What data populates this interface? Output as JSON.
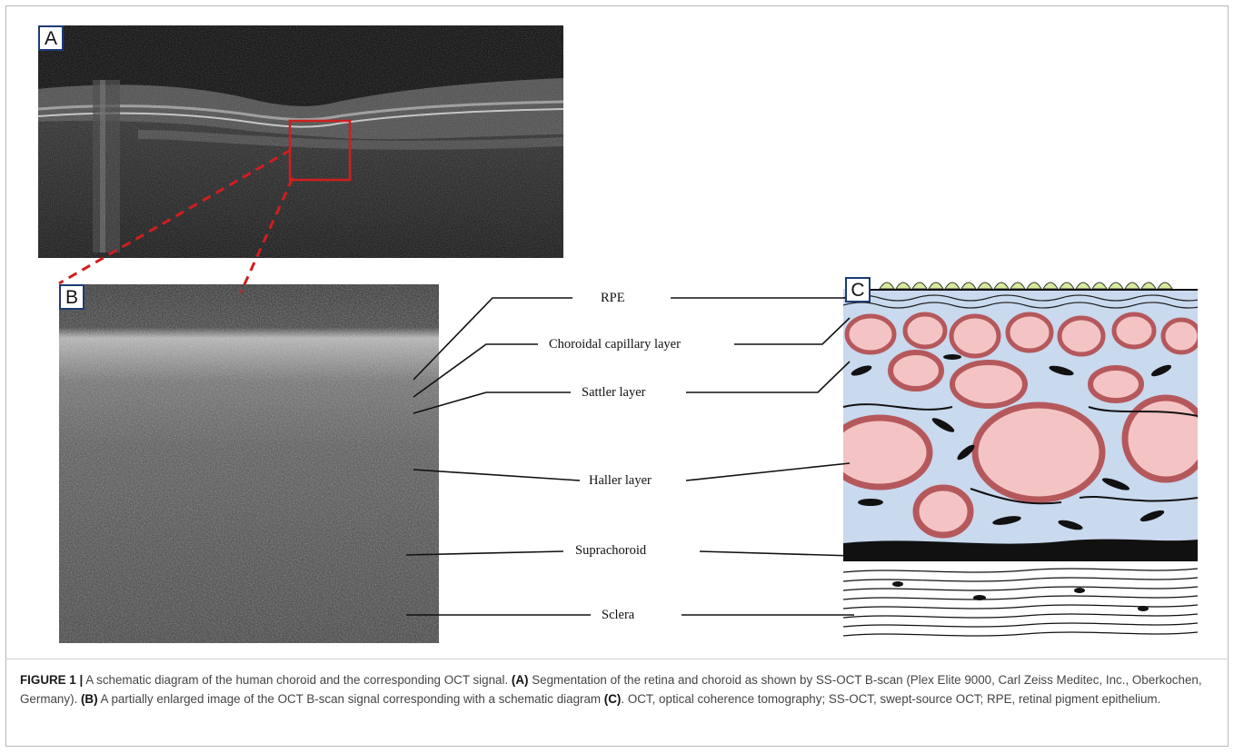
{
  "panels": {
    "a": "A",
    "b": "B",
    "c": "C"
  },
  "labels": {
    "rpe": "RPE",
    "choroidal_capillary": "Choroidal capillary layer",
    "sattler": "Sattler layer",
    "haller": "Haller layer",
    "suprachoroid": "Suprachoroid",
    "sclera": "Sclera"
  },
  "caption": {
    "figure": "FIGURE 1 |",
    "intro": " A schematic diagram of the human choroid and the corresponding OCT signal. ",
    "ref_a": "(A)",
    "text_a": " Segmentation of the retina and choroid as shown by SS-OCT B-scan (Plex Elite 9000, Carl Zeiss Meditec, Inc., Oberkochen, Germany). ",
    "ref_b": "(B)",
    "text_b": " A partially enlarged image of the OCT B-scan signal corresponding with a schematic diagram ",
    "ref_c": "(C)",
    "text_c": ". OCT, optical coherence tomography; SS-OCT, swept-source OCT; RPE, retinal pigment epithelium."
  },
  "colors": {
    "vessel_fill": "#f4c4c4",
    "vessel_wall": "#b5585c",
    "stroma_bg": "#c9d9ee",
    "rpe_cells": "#d8eb9a",
    "zoom_box": "#d11e1e",
    "letter_border": "#1c3b74"
  }
}
